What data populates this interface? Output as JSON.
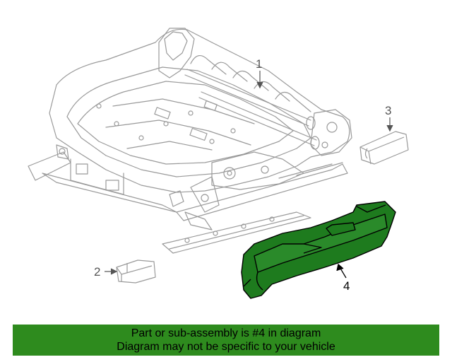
{
  "diagram": {
    "callouts": [
      {
        "id": "1",
        "label": "1"
      },
      {
        "id": "2",
        "label": "2"
      },
      {
        "id": "3",
        "label": "3"
      },
      {
        "id": "4",
        "label": "4"
      }
    ],
    "highlighted_part": "4",
    "colors": {
      "line": "#9a9a9a",
      "callout": "#555555",
      "callout_highlight": "#000000",
      "highlight_fill": "#1e7b1e",
      "highlight_stroke": "#000000"
    }
  },
  "banner": {
    "line1": "Part or sub-assembly is #4 in diagram",
    "line2": "Diagram may not be specific to your vehicle",
    "background": "#2e8b1e"
  }
}
